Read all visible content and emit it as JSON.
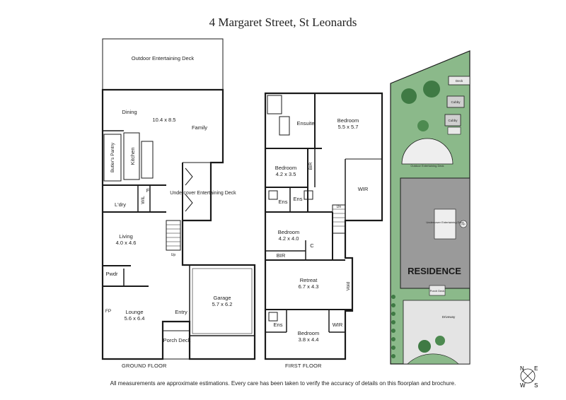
{
  "title": "4 Margaret Street, St Leonards",
  "ground_floor": {
    "label": "GROUND FLOOR",
    "rooms": {
      "outdoor": "Outdoor Entertaining Deck",
      "dining": "Dining",
      "dining_dims": "10.4 x 8.5",
      "family": "Family",
      "kitchen": "Kitchen",
      "butlers": "Butler's Pantry",
      "undercover": "Undercover Entertaining Deck",
      "laundry": "L'dry",
      "wil": "WIL",
      "f": "F",
      "living": "Living",
      "living_dims": "4.0 x 4.6",
      "pwdr": "Pwdr",
      "lounge": "Lounge",
      "lounge_dims": "5.6 x 6.4",
      "fp": "FP",
      "entry": "Entry",
      "garage": "Garage",
      "garage_dims": "5.7 x 6.2",
      "porch": "Porch Deck",
      "up": "Up"
    }
  },
  "first_floor": {
    "label": "FIRST FLOOR",
    "rooms": {
      "ensuite": "Ensuite",
      "bedroom1": "Bedroom",
      "bedroom1_dims": "5.5 x 5.7",
      "bedroom2": "Bedroom",
      "bedroom2_dims": "4.2 x 3.5",
      "bir": "BIR",
      "wir": "WIR",
      "ens": "Ens",
      "bedroom3": "Bedroom",
      "bedroom3_dims": "4.2 x 4.0",
      "c": "C",
      "retreat": "Retreat",
      "retreat_dims": "6.7 x 4.3",
      "void": "Void",
      "bedroom4": "Bedroom",
      "bedroom4_dims": "3.8 x 4.4",
      "dn": "Dn"
    }
  },
  "site": {
    "deck": "Deck",
    "cubby": "Cubby",
    "outdoor": "Outdoor Entertaining Deck",
    "undercover": "Undercover Entertaining Deck",
    "residence": "RESIDENCE",
    "porch": "Porch Deck",
    "driveway": "Driveway",
    "pp": "PP"
  },
  "compass": {
    "n": "N",
    "e": "E",
    "s": "S",
    "w": "W"
  },
  "disclaimer": "All measurements are approximate estimations. Every care has been taken to verify the accuracy of details on this floorplan and brochure.",
  "colors": {
    "site_green": "#8bb98a",
    "tree_dark": "#3f7a44",
    "residence_grey": "#9a9a9a",
    "wall": "#1a1a1a"
  }
}
